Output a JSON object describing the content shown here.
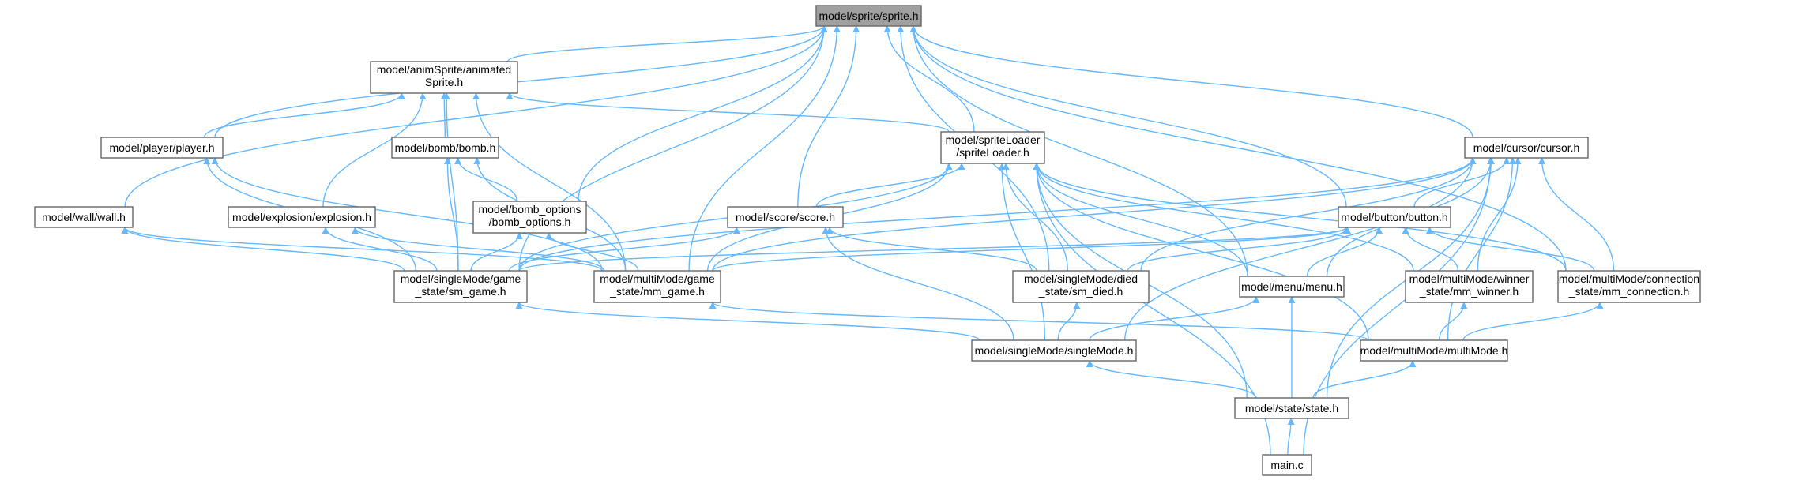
{
  "colors": {
    "edge": "#63b8ff",
    "node_border": "#666666",
    "root_fill": "#a0a0a0",
    "node_fill": "#ffffff"
  },
  "nodes": {
    "sprite": [
      "model/sprite/sprite.h"
    ],
    "anim": [
      "model/animSprite/animated",
      "Sprite.h"
    ],
    "player": [
      "model/player/player.h"
    ],
    "bomb": [
      "model/bomb/bomb.h"
    ],
    "spriteLoader": [
      "model/spriteLoader",
      "/spriteLoader.h"
    ],
    "cursor": [
      "model/cursor/cursor.h"
    ],
    "wall": [
      "model/wall/wall.h"
    ],
    "explosion": [
      "model/explosion/explosion.h"
    ],
    "bombopt": [
      "model/bomb_options",
      "/bomb_options.h"
    ],
    "score": [
      "model/score/score.h"
    ],
    "button": [
      "model/button/button.h"
    ],
    "smgame": [
      "model/singleMode/game",
      "_state/sm_game.h"
    ],
    "mmgame": [
      "model/multiMode/game",
      "_state/mm_game.h"
    ],
    "smdied": [
      "model/singleMode/died",
      "_state/sm_died.h"
    ],
    "menu": [
      "model/menu/menu.h"
    ],
    "mmwinner": [
      "model/multiMode/winner",
      "_state/mm_winner.h"
    ],
    "mmconn": [
      "model/multiMode/connection",
      "_state/mm_connection.h"
    ],
    "singleMode": [
      "model/singleMode/singleMode.h"
    ],
    "multiMode": [
      "model/multiMode/multiMode.h"
    ],
    "state": [
      "model/state/state.h"
    ],
    "main": [
      "main.c"
    ]
  }
}
